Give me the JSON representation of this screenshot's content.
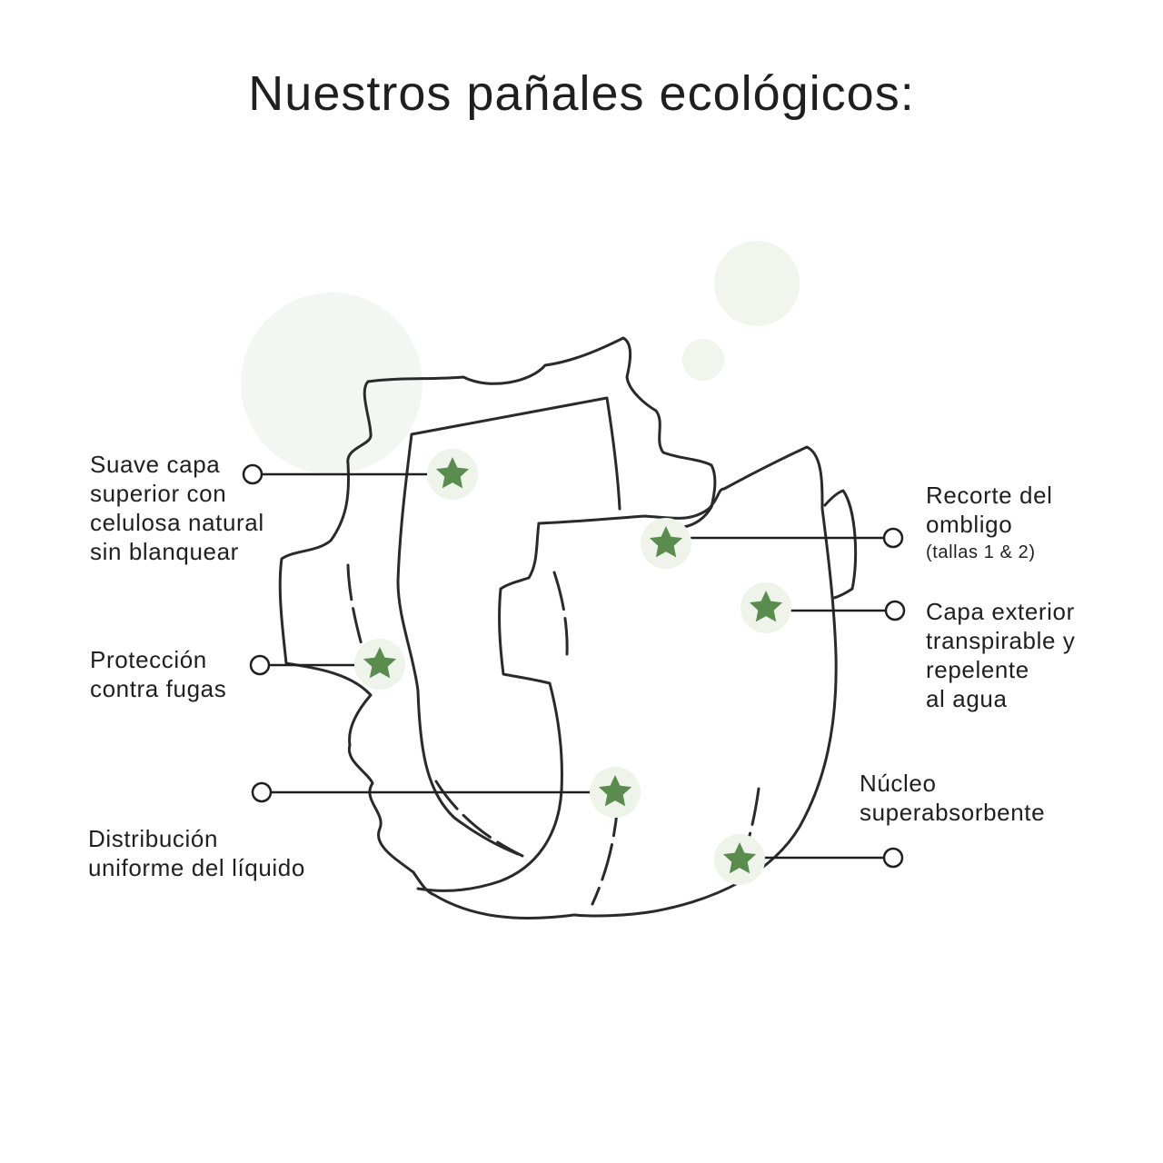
{
  "title": "Nuestros pañales ecológicos:",
  "colors": {
    "star": "#5a8c4e",
    "star_halo": "#eef4ea",
    "bubble": "#f3f6f1",
    "outline": "#2a2a2a"
  },
  "icons": [
    "star-icon",
    "connector-dot-icon"
  ],
  "labels": {
    "top_sheet": [
      "Suave capa",
      "superior con",
      "celulosa natural",
      "sin blanquear"
    ],
    "leak": [
      "Protección",
      "contra fugas"
    ],
    "distribution": [
      "Distribución",
      "uniforme del líquido"
    ],
    "navel": [
      "Recorte del",
      "ombligo"
    ],
    "navel_note": "(tallas 1 & 2)",
    "outer": [
      "Capa exterior",
      "transpirable y",
      "repelente",
      "al agua"
    ],
    "core": [
      "Núcleo",
      "superabsorbente"
    ]
  }
}
